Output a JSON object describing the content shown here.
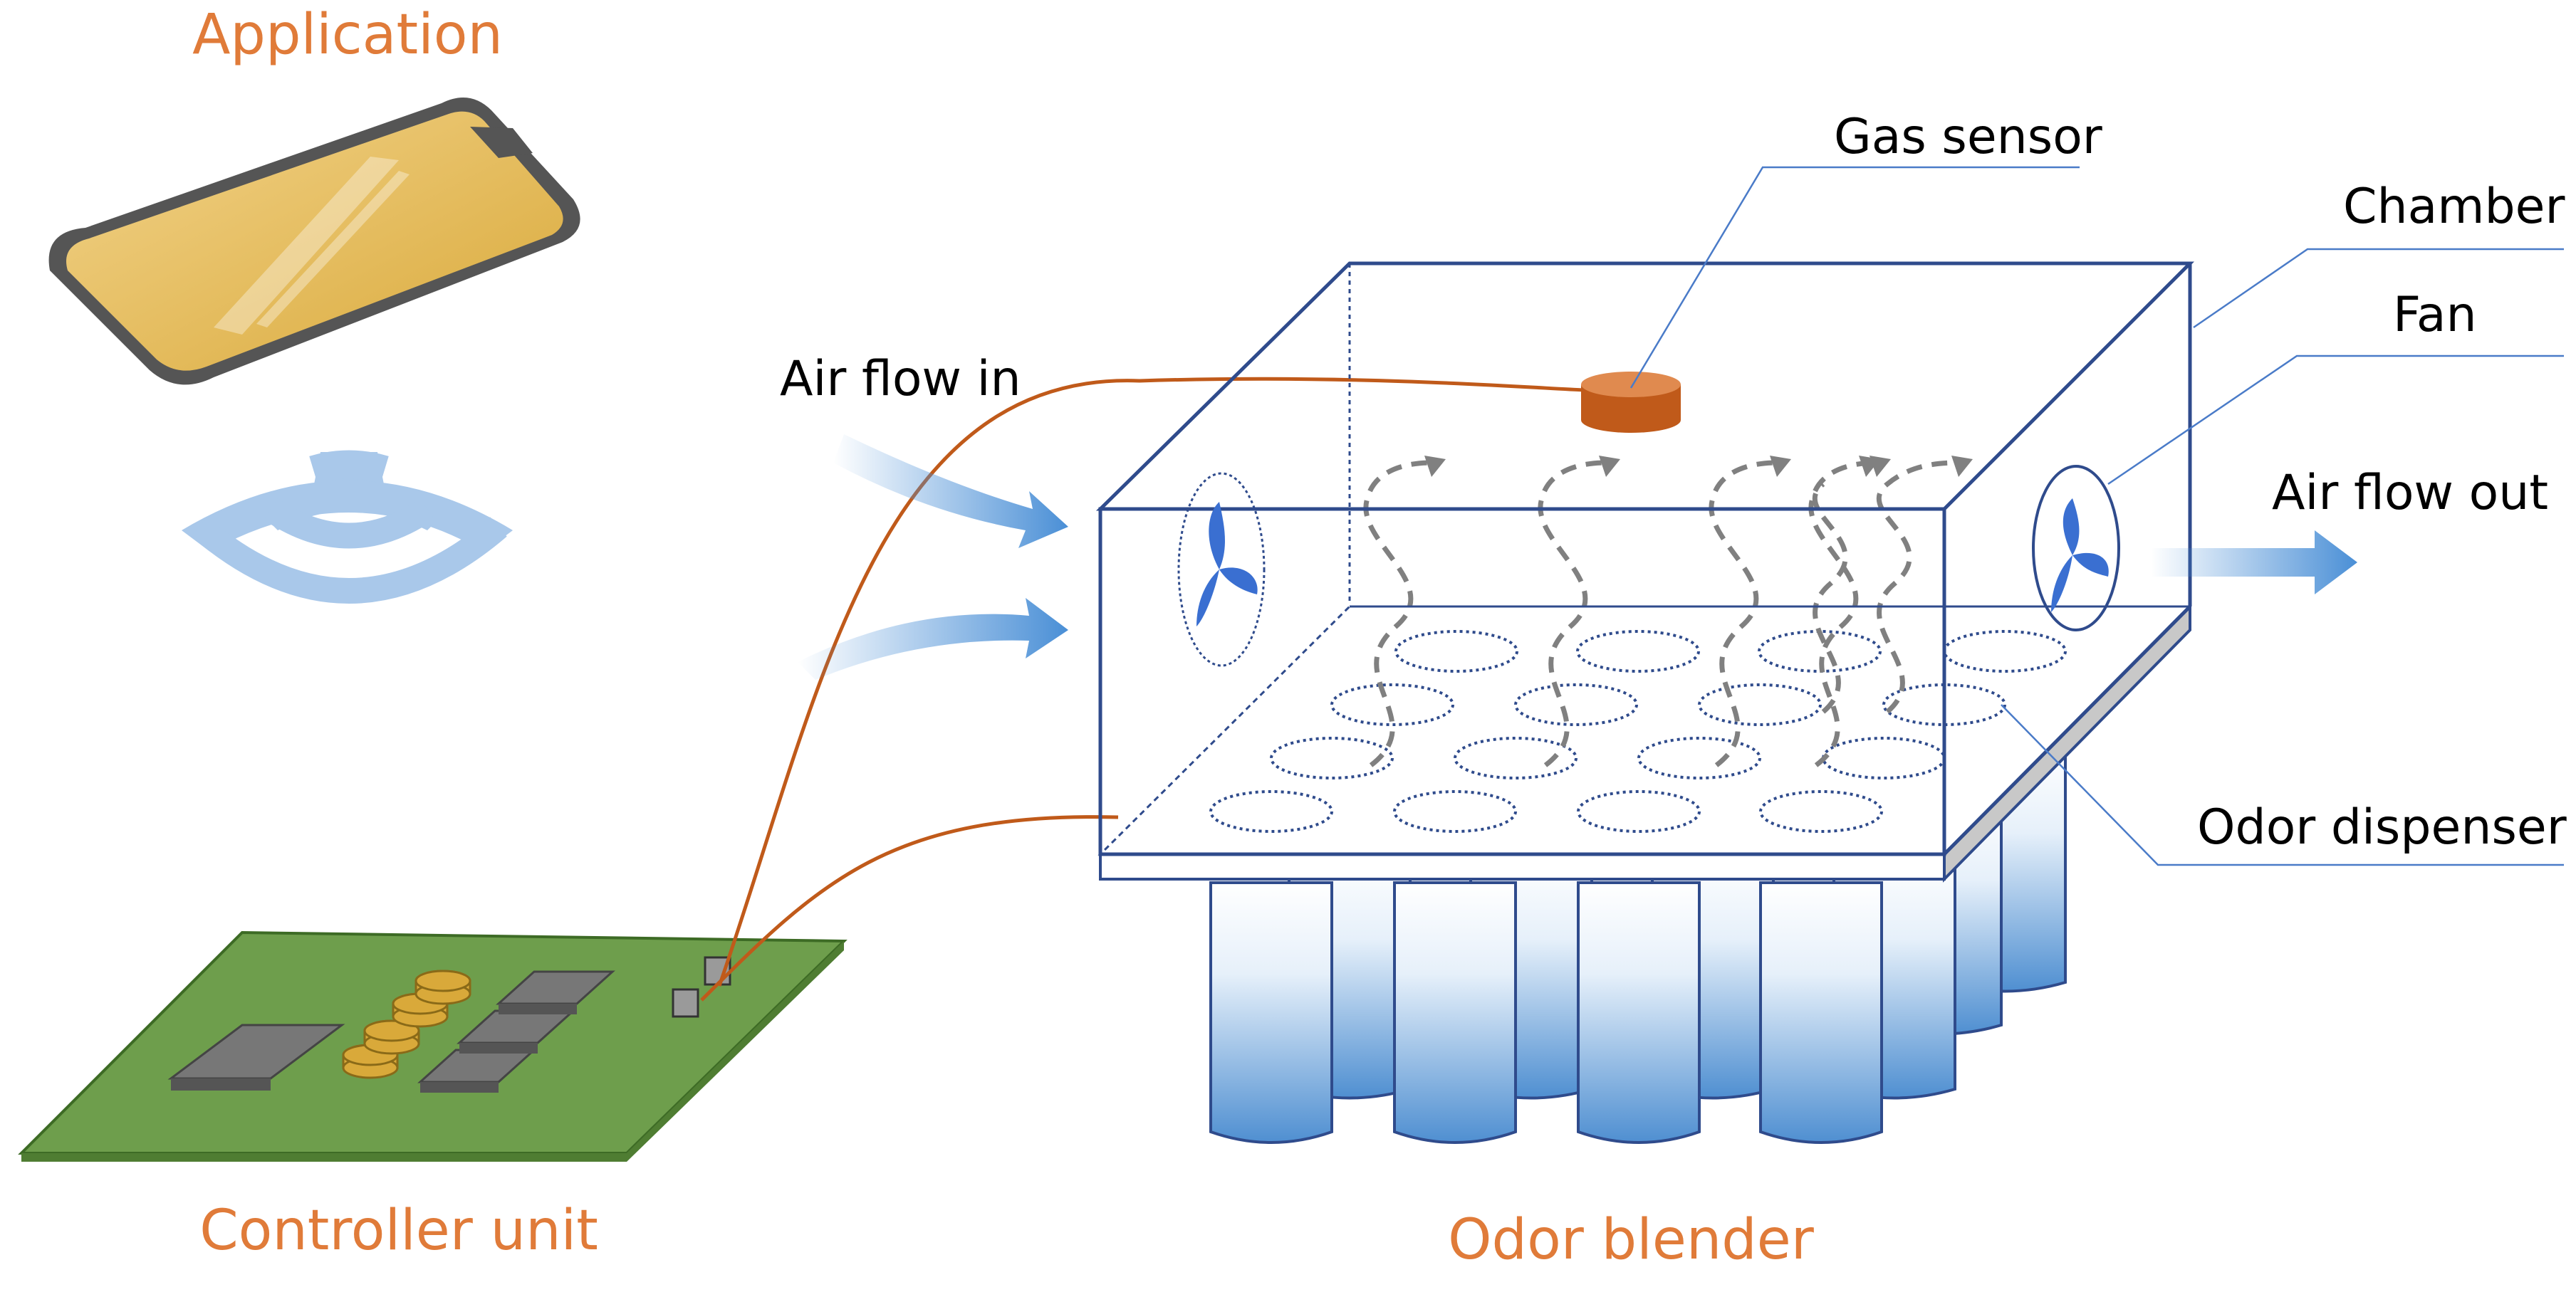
{
  "titles": {
    "application": "Application",
    "controller": "Controller unit",
    "blender": "Odor blender"
  },
  "labels": {
    "gas_sensor": "Gas sensor",
    "chamber": "Chamber",
    "fan": "Fan",
    "air_in": "Air flow in",
    "air_out": "Air flow out",
    "dispenser": "Odor dispenser"
  },
  "colors": {
    "title": "#e07b39",
    "frame": "#2f4b8c",
    "wire": "#c05a1a",
    "arrow": "#4a8fd6",
    "pcb": "#6e9e4c",
    "phone": "#e7b94b"
  }
}
